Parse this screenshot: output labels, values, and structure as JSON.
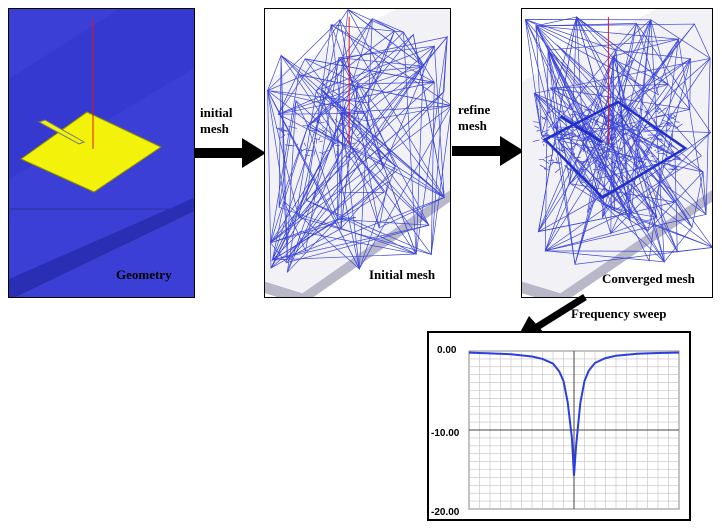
{
  "panels": {
    "geometry": {
      "caption": "Geometry"
    },
    "initial": {
      "caption": "Initial mesh"
    },
    "converged": {
      "caption": "Converged mesh"
    }
  },
  "steps": {
    "initial_mesh": {
      "line1": "initial",
      "line2": "mesh"
    },
    "refine_mesh": {
      "line1": "refine",
      "line2": "mesh"
    },
    "frequency_sweep": "Frequency sweep"
  },
  "colors": {
    "substrate_blue": "#3b3fd6",
    "patch_yellow": "#f2f20a",
    "probe_red": "#e0141e",
    "mesh_line": "#3c46d8",
    "mesh_bg": "#f2f2f6",
    "curve": "#2b3ee0"
  },
  "chart_data": {
    "type": "line",
    "ytick_labels": [
      "0.00",
      "-10.00",
      "-20.00"
    ],
    "ylim": [
      -20,
      0
    ],
    "xlim": [
      0,
      1
    ],
    "series": [
      {
        "x": [
          0.0,
          0.1,
          0.2,
          0.3,
          0.35,
          0.4,
          0.43,
          0.45,
          0.47,
          0.49,
          0.5,
          0.51,
          0.53,
          0.55,
          0.57,
          0.6,
          0.65,
          0.7,
          0.8,
          0.9,
          1.0
        ],
        "y": [
          -0.2,
          -0.3,
          -0.4,
          -0.7,
          -1.0,
          -1.6,
          -2.6,
          -3.8,
          -6.5,
          -11.0,
          -15.8,
          -12.0,
          -6.6,
          -3.8,
          -2.5,
          -1.5,
          -0.9,
          -0.6,
          -0.35,
          -0.25,
          -0.2
        ]
      }
    ]
  }
}
